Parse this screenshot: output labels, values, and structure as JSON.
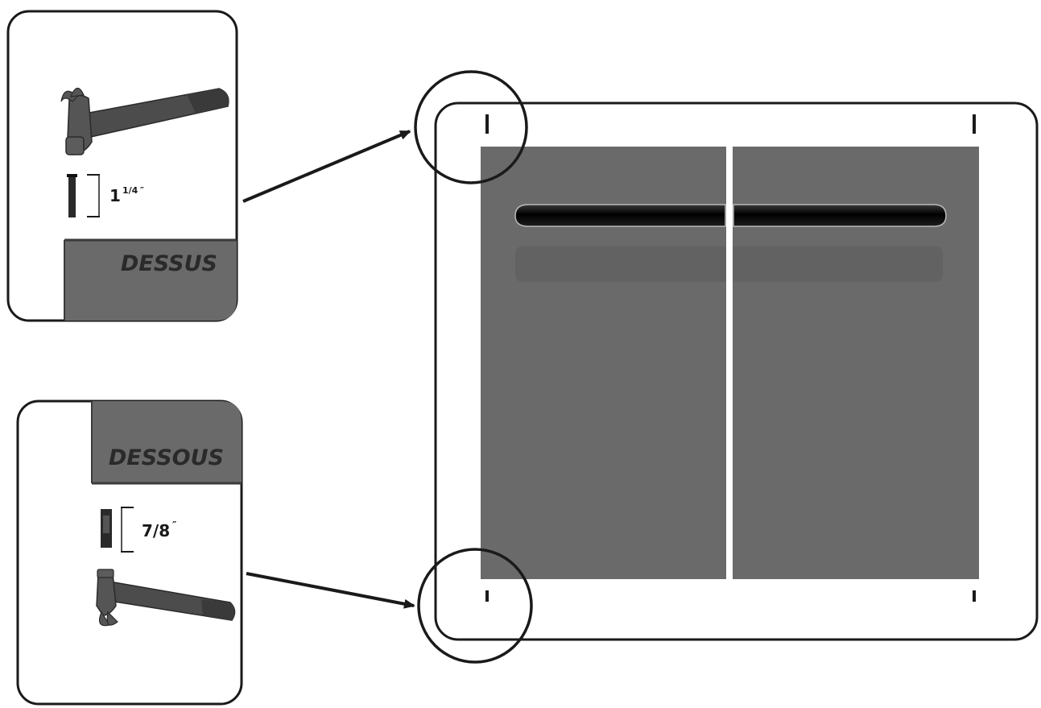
{
  "top_inset": {
    "top_panel_label": "DESSUS",
    "nail_length_whole": "1",
    "nail_length_fraction": "1/4",
    "nail_length_unit": "″"
  },
  "bottom_inset": {
    "bottom_panel_label": "DESSOUS",
    "nail_length": "7/8",
    "nail_length_unit": "″"
  },
  "colors": {
    "panel_gray": "#6a6a6a",
    "outline": "#1a1a1a",
    "handle_black": "#0a0a0a"
  }
}
